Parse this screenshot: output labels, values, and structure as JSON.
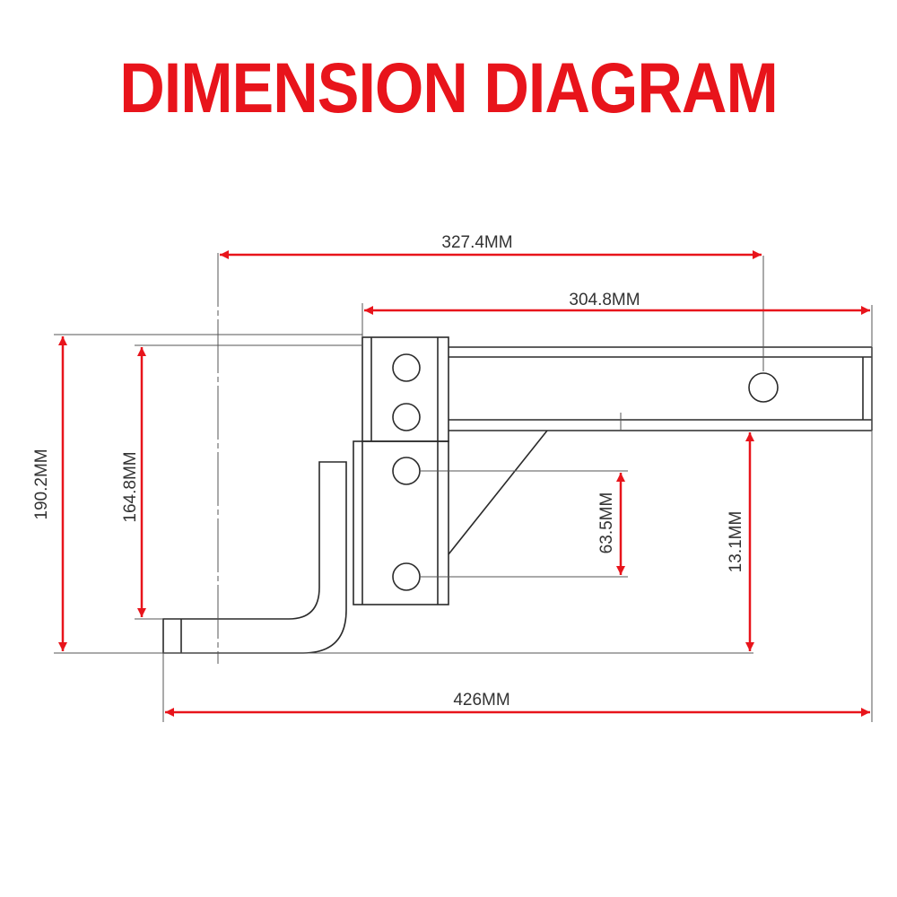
{
  "title": "DIMENSION DIAGRAM",
  "colors": {
    "dimension": "#e8141b",
    "outline": "#2a2a2a",
    "text": "#333333"
  },
  "dimensions": {
    "overall_span": "327.4MM",
    "shank_length": "304.8MM",
    "total_length": "426MM",
    "total_height": "190.2MM",
    "mount_height": "164.8MM",
    "hole_spacing": "63.5MM",
    "drop": "13.1MM"
  }
}
